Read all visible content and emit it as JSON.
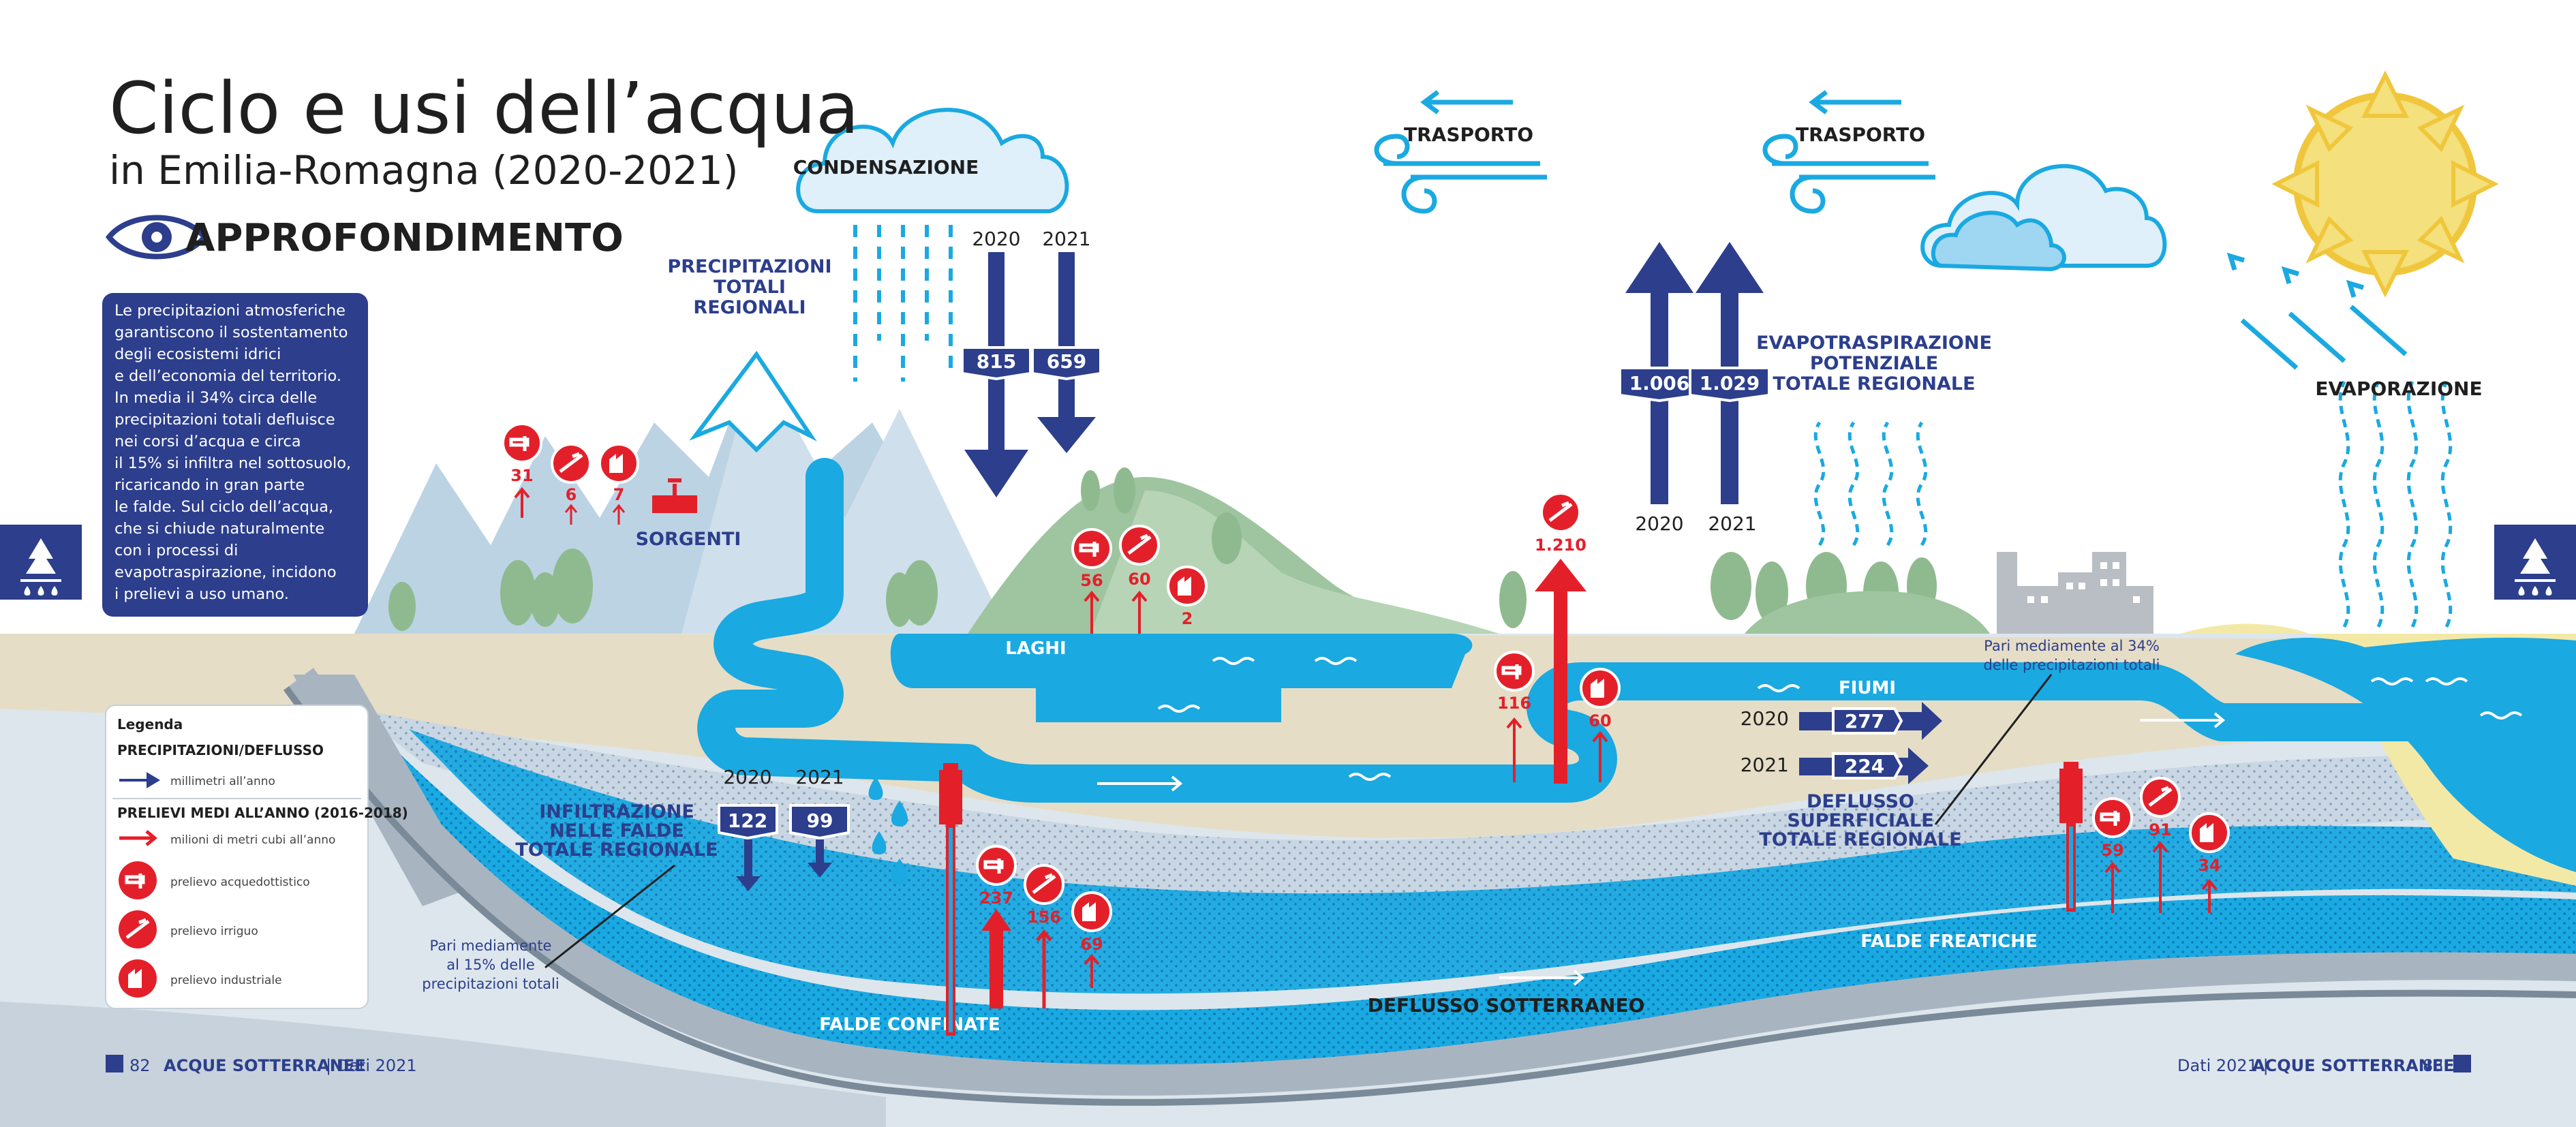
{
  "header": {
    "title": "Ciclo e usi dell’acqua",
    "subtitle": "in Emilia-Romagna (2020-2021)",
    "section": "APPROFONDIMENTO"
  },
  "intro": {
    "lines": [
      "Le precipitazioni atmosferiche",
      "garantiscono il sostentamento",
      "degli ecosistemi idrici",
      "e dell’economia del territorio.",
      "In media il 34% circa delle",
      "precipitazioni totali defluisce",
      "nei corsi d’acqua e circa",
      "il 15% si infiltra nel sottosuolo,",
      "ricaricando in gran parte",
      "le falde. Sul ciclo dell’acqua,",
      "che si chiude naturalmente",
      "con i processi di",
      "evapotraspirazione, incidono",
      "i prelievi a uso umano."
    ]
  },
  "labels": {
    "condensazione": "CONDENSAZIONE",
    "precipitazioni": [
      "PRECIPITAZIONI",
      "TOTALI",
      "REGIONALI"
    ],
    "trasporto_1": "TRASPORTO",
    "trasporto_2": "TRASPORTO",
    "evapotraspirazione": [
      "EVAPOTRASPIRAZIONE",
      "POTENZIALE",
      "TOTALE REGIONALE"
    ],
    "evaporazione": "EVAPORAZIONE",
    "sorgenti": "SORGENTI",
    "laghi": "LAGHI",
    "fiumi": "FIUMI",
    "infiltrazione": [
      "INFILTRAZIONE",
      "NELLE FALDE",
      "TOTALE REGIONALE"
    ],
    "deflusso_superficiale": [
      "DEFLUSSO",
      "SUPERFICIALE",
      "TOTALE REGIONALE"
    ],
    "falde_freatiche": "FALDE FREATICHE",
    "falde_confinate": "FALDE CONFINATE",
    "deflusso_sotterraneo": "DEFLUSSO SOTTERRANEO",
    "note_34": [
      "Pari mediamente al 34%",
      "delle precipitazioni totali"
    ],
    "note_15": [
      "Pari mediamente",
      "al 15% delle",
      "precipitazioni totali"
    ]
  },
  "flows": {
    "precipitazioni": {
      "year_a": "2020",
      "year_b": "2021",
      "value_a": "815",
      "value_b": "659"
    },
    "evapotraspirazione": {
      "year_a": "2020",
      "year_b": "2021",
      "value_a": "1.006",
      "value_b": "1.029"
    },
    "infiltrazione": {
      "year_a": "2020",
      "year_b": "2021",
      "value_a": "122",
      "value_b": "99"
    },
    "deflusso": {
      "year_a": "2020",
      "year_b": "2021",
      "value_a": "277",
      "value_b": "224"
    }
  },
  "withdrawals": {
    "sorgenti": [
      "31",
      "6",
      "7"
    ],
    "laghi": [
      "56",
      "60",
      "2"
    ],
    "fiume_irriguo": "1.210",
    "fiume": [
      "116",
      "60"
    ],
    "falde_confinate": [
      "237",
      "156",
      "69"
    ],
    "falde_freatiche": [
      "59",
      "91",
      "34"
    ]
  },
  "legend": {
    "title": "Legenda",
    "precip_title": "PRECIPITAZIONI/DEFLUSSO",
    "precip_unit": "millimetri all’anno",
    "prelievi_title": "PRELIEVI MEDI ALL’ANNO (2016-2018)",
    "prelievi_unit": "milioni di metri cubi all’anno",
    "acquedottistico": "prelievo acquedottistico",
    "irriguo": "prelievo irriguo",
    "industriale": "prelievo industriale"
  },
  "footer": {
    "left_page": "82",
    "left_section": "ACQUE SOTTERRANEE",
    "left_data": "| Dati 2021",
    "right_data": "Dati 2021 |",
    "right_section": "ACQUE SOTTERRANEE",
    "right_page": "83"
  },
  "colors": {
    "navy": "#2c3e8c",
    "red": "#e3202a",
    "water": "#1aa9e1",
    "light_blue": "#9fd6f2"
  }
}
